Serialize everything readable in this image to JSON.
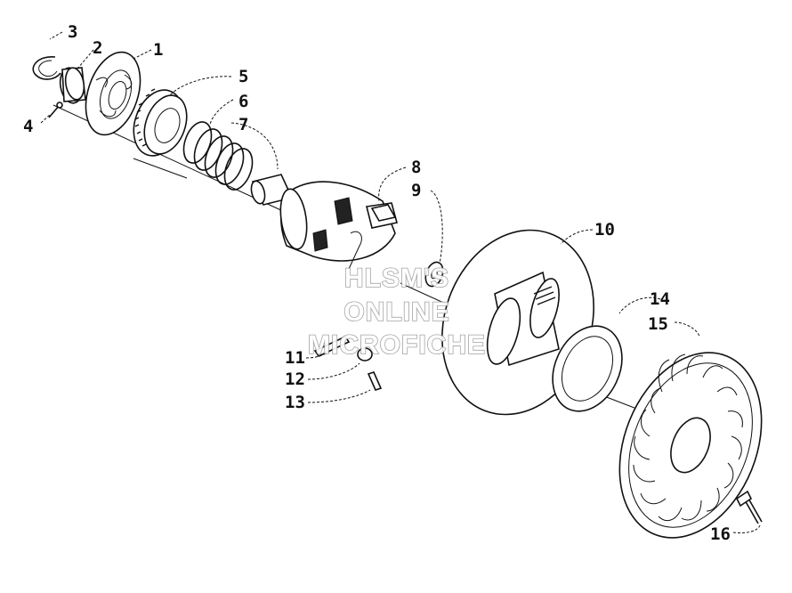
{
  "diagram": {
    "callouts": [
      {
        "id": "1",
        "label": "1"
      },
      {
        "id": "2",
        "label": "2"
      },
      {
        "id": "3",
        "label": "3"
      },
      {
        "id": "4",
        "label": "4"
      },
      {
        "id": "5",
        "label": "5"
      },
      {
        "id": "6",
        "label": "6"
      },
      {
        "id": "7",
        "label": "7"
      },
      {
        "id": "8",
        "label": "8"
      },
      {
        "id": "9",
        "label": "9"
      },
      {
        "id": "10",
        "label": "10"
      },
      {
        "id": "11",
        "label": "11"
      },
      {
        "id": "12",
        "label": "12"
      },
      {
        "id": "13",
        "label": "13"
      },
      {
        "id": "14",
        "label": "14"
      },
      {
        "id": "15",
        "label": "15"
      },
      {
        "id": "16",
        "label": "16"
      }
    ],
    "watermark": {
      "line1": "HLSM'S",
      "line2": "ONLINE",
      "line3": "MICROFICHE"
    }
  }
}
